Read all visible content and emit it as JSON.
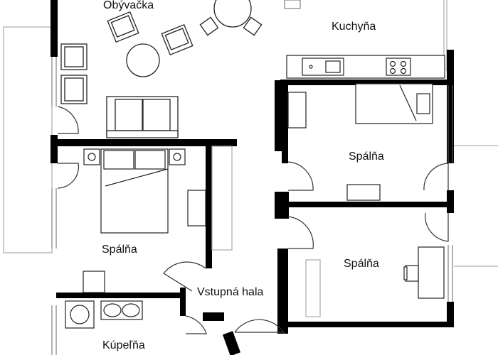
{
  "rooms": {
    "living": "Obývačka",
    "kitchen": "Kuchyňa",
    "bedroom_top_right": "Spálňa",
    "bedroom_left": "Spálňa",
    "bedroom_bottom_right": "Spálňa",
    "hall": "Vstupná hala",
    "bathroom": "Kúpeľňa"
  },
  "colors": {
    "wall": "#000000",
    "line": "#333333",
    "light_line": "#999999",
    "background": "#ffffff"
  }
}
